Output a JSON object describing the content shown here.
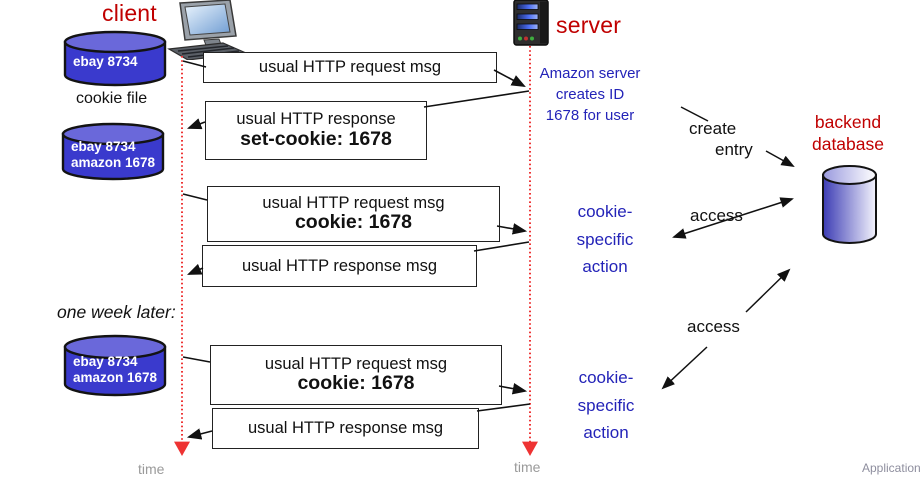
{
  "colors": {
    "heading_red": "#c00000",
    "note_blue": "#2323b8",
    "cylinder_blue": "#3a3acd",
    "timeline_red": "#ee3333",
    "muted_gray": "#9a9a9a"
  },
  "header": {
    "client_label": "client",
    "server_label": "server"
  },
  "client_column": {
    "cookie_file_caption": "cookie file",
    "one_week_later": "one week later:",
    "cookie_files": [
      {
        "lines": [
          "ebay 8734",
          ""
        ]
      },
      {
        "lines": [
          "ebay 8734",
          "amazon 1678"
        ]
      },
      {
        "lines": [
          "ebay 8734",
          "amazon 1678"
        ]
      }
    ]
  },
  "server_column": {
    "note_lines": [
      "Amazon server",
      "creates ID",
      "1678 for user"
    ],
    "actions": [
      {
        "lines": [
          "cookie-",
          "specific",
          "action"
        ]
      },
      {
        "lines": [
          "cookie-",
          "specific",
          "action"
        ]
      }
    ]
  },
  "messages": [
    {
      "text": "usual HTTP request msg",
      "bold": ""
    },
    {
      "text": "usual HTTP response",
      "bold": "set-cookie: 1678"
    },
    {
      "text": "usual HTTP request msg",
      "bold": "cookie: 1678"
    },
    {
      "text": "usual HTTP response msg",
      "bold": ""
    },
    {
      "text": "usual HTTP request msg",
      "bold": "cookie: 1678"
    },
    {
      "text": "usual HTTP response msg",
      "bold": ""
    }
  ],
  "backend": {
    "label_lines": [
      "backend",
      "database"
    ],
    "create_entry": {
      "line1": "create",
      "line2": "entry"
    },
    "access_labels": [
      "access",
      "access"
    ]
  },
  "timeline": {
    "left_label": "time",
    "right_label": "time"
  },
  "footer_label": "Application"
}
